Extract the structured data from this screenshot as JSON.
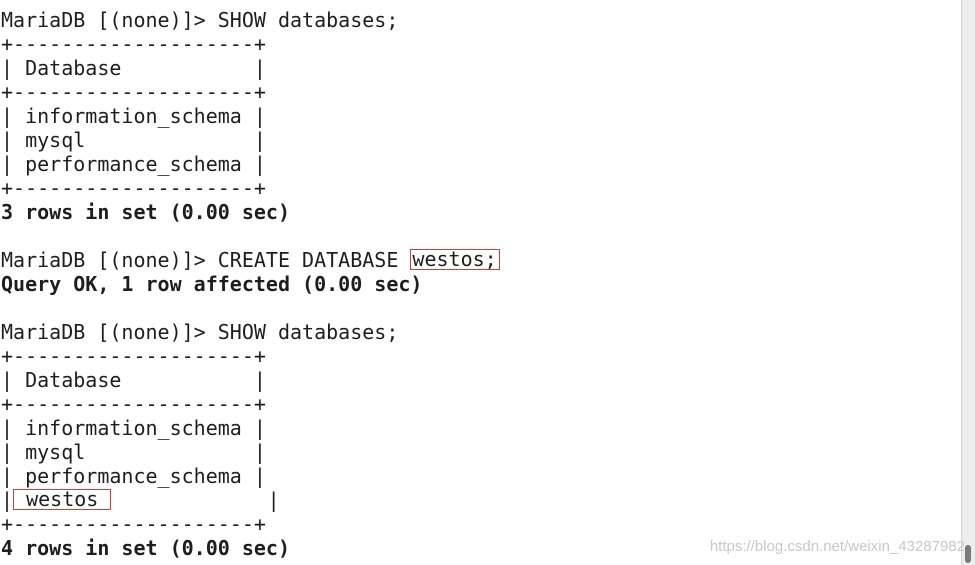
{
  "terminal": {
    "block1": {
      "prompt": "MariaDB [(none)]> SHOW databases;",
      "border_top": "+--------------------+",
      "header": "| Database           |",
      "border_mid": "+--------------------+",
      "rows": [
        "| information_schema |",
        "| mysql              |",
        "| performance_schema |"
      ],
      "border_bottom": "+--------------------+",
      "summary": "3 rows in set (0.00 sec)"
    },
    "block2": {
      "prompt_prefix": "MariaDB [(none)]> CREATE DATABASE ",
      "highlighted_arg": "westos;",
      "result": "Query OK, 1 row affected (0.00 sec)"
    },
    "block3": {
      "prompt": "MariaDB [(none)]> SHOW databases;",
      "border_top": "+--------------------+",
      "header": "| Database           |",
      "border_mid": "+--------------------+",
      "rows": [
        "| information_schema |",
        "| mysql              |",
        "| performance_schema |"
      ],
      "new_row_left": "|",
      "new_row_value": " westos",
      "new_row_right": "             |",
      "border_bottom": "+--------------------+",
      "summary": "4 rows in set (0.00 sec)"
    }
  },
  "watermark": "https://blog.csdn.net/weixin_43287982",
  "colors": {
    "text": "#1e1e1e",
    "highlight_box": "#d23c3c",
    "background": "#ffffff"
  }
}
